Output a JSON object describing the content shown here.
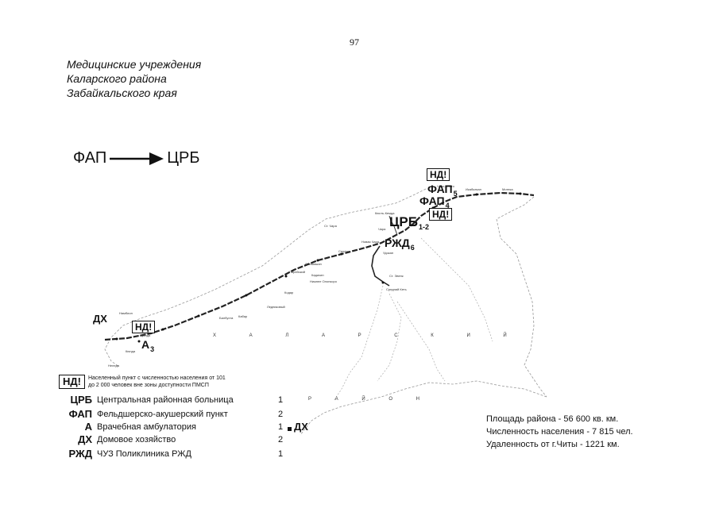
{
  "page_number": "97",
  "title_lines": [
    "Медицинские учреждения",
    "Каларского района",
    "Забайкальского края"
  ],
  "flow": {
    "from": "ФАП",
    "to": "ЦРБ"
  },
  "map": {
    "markers": {
      "nd": "НД!",
      "crb": "ЦРБ",
      "crb_num": "1-2",
      "fap": "ФАП",
      "fap_num_a": "5",
      "fap_num_b": "4",
      "rzhd": "РЖД",
      "rzhd_num": "6",
      "a": "А",
      "a_num": "3",
      "dh": "ДХ"
    },
    "region_label_1": "Х А Л А Р С К И Й",
    "region_label_2": "Р А Й О Н",
    "settlements": [
      "Чапо-Олого",
      "Икабьекан",
      "Мотека",
      "Куанда",
      "Кюсть-Кемда",
      "Чара",
      "Новая Чара",
      "Удокан",
      "Средний Кеть",
      "Ст. Эвенк",
      "Сенфан",
      "Ст. Чара",
      "Кадачин",
      "Салымшин",
      "Нижнее Олонкоро",
      "Кодар",
      "Парейский",
      "Балбухта",
      "Ледниковый",
      "Кабар",
      "Намбиоп",
      "Кюнда",
      "Неледа",
      "Куанда"
    ]
  },
  "legend": {
    "nd_symbol": "НД!",
    "nd_desc_line1": "Населенный пункт с численностью населения от 101",
    "nd_desc_line2": "до 2 000 человек вне зоны доступности ПМСП",
    "items": [
      {
        "symbol": "ЦРБ",
        "label": "Центральная районная больница",
        "count": "1"
      },
      {
        "symbol": "ФАП",
        "label": "Фельдшерско-акушерский пункт",
        "count": "2"
      },
      {
        "symbol": "А",
        "label": "Врачебная амбулатория",
        "count": "1"
      },
      {
        "symbol": "ДХ",
        "label": "Домовое хозяйство",
        "count": "2"
      },
      {
        "symbol": "РЖД",
        "label": "ЧУЗ Поликлиника РЖД",
        "count": "1"
      }
    ]
  },
  "stats": [
    "Площадь района - 56 600 кв. км.",
    "Численность населения - 7 815 чел.",
    "Удаленность от г.Читы - 1221 км."
  ],
  "colors": {
    "ink": "#111111",
    "boundary": "#9a9a9a",
    "road": "#222222"
  }
}
